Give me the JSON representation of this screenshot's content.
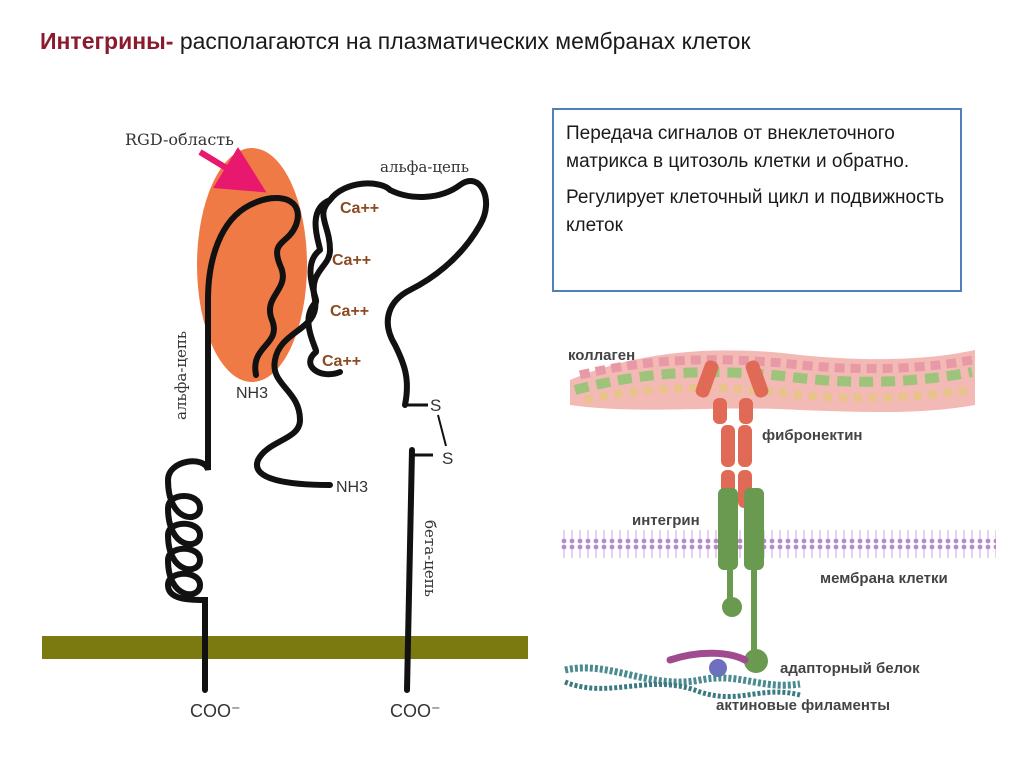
{
  "title": {
    "accent": "Интегрины-",
    "rest": " располагаются на плазматических мембранах клеток"
  },
  "infobox": {
    "para1": "Передача сигналов от внеклеточного матрикса в цитозоль клетки и обратно.",
    "para2": "Регулирует клеточный цикл и подвижность клеток"
  },
  "left_diagram": {
    "rgd_label": "RGD-область",
    "alpha_chain_top": "альфа-цепь",
    "alpha_chain_side": "альфа-цепь",
    "beta_chain": "бета-цепь",
    "calcium": [
      "Ca++",
      "Ca++",
      "Ca++",
      "Ca++"
    ],
    "nh3_1": "NH3",
    "nh3_2": "NH3",
    "sulfur_1": "S",
    "sulfur_2": "S",
    "coo_left": "COO⁻",
    "coo_right": "COO⁻"
  },
  "right_diagram": {
    "collagen": "коллаген",
    "fibronectin": "фибронектин",
    "integrin": "интегрин",
    "membrane": "мембрана клетки",
    "adapter": "адапторный белок",
    "actin": "актиновые филаменты"
  },
  "colors": {
    "accent": "#8b1a2e",
    "box_border": "#4f7fbf",
    "rgd_orange": "#f07a45",
    "arrow_pink": "#e8186e",
    "membrane_olive": "#7a7a10",
    "fibronectin_red": "#e06a55",
    "integrin_green": "#6a9a50",
    "collagen_pink": "#e89aa0",
    "membrane_purple": "#c0a0d0",
    "adapter_purple": "#a04a90",
    "actin_teal": "#4a8a90"
  }
}
